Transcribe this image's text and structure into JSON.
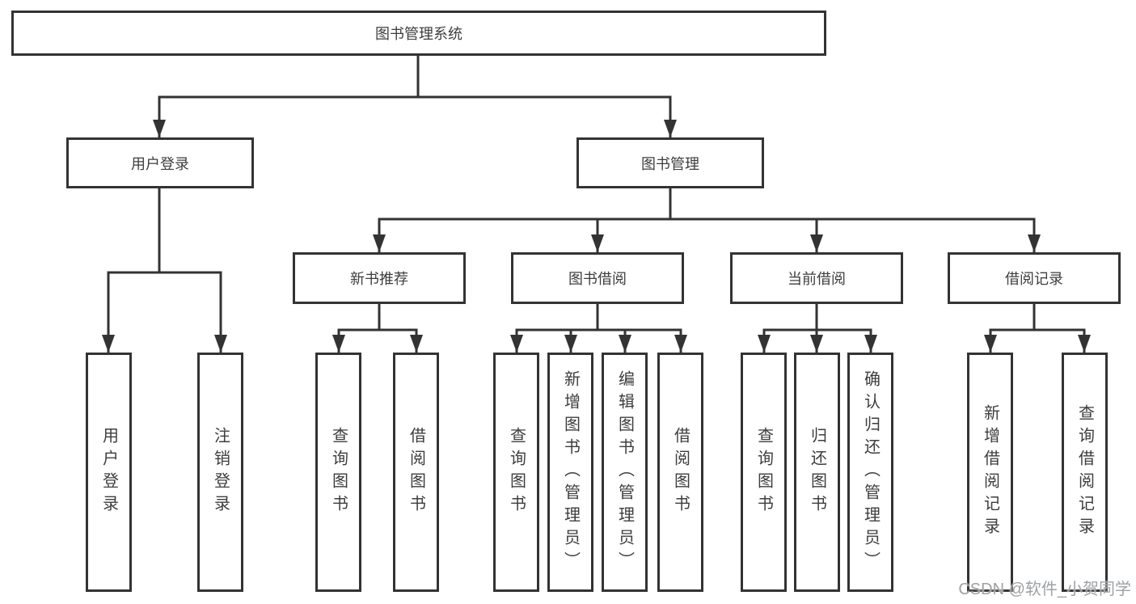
{
  "diagram": {
    "root": {
      "label": "图书管理系统",
      "children": [
        {
          "label": "用户登录",
          "children": [
            {
              "label": "用户登录"
            },
            {
              "label": "注销登录"
            }
          ]
        },
        {
          "label": "图书管理",
          "children": [
            {
              "label": "新书推荐",
              "children": [
                {
                  "label": "查询图书"
                },
                {
                  "label": "借阅图书"
                }
              ]
            },
            {
              "label": "图书借阅",
              "children": [
                {
                  "label": "查询图书"
                },
                {
                  "label": "新增图书（管理员）"
                },
                {
                  "label": "编辑图书（管理员）"
                },
                {
                  "label": "借阅图书"
                }
              ]
            },
            {
              "label": "当前借阅",
              "children": [
                {
                  "label": "查询图书"
                },
                {
                  "label": "归还图书"
                },
                {
                  "label": "确认归还（管理员）"
                }
              ]
            },
            {
              "label": "借阅记录",
              "children": [
                {
                  "label": "新增借阅记录"
                },
                {
                  "label": "查询借阅记录"
                }
              ]
            }
          ]
        }
      ]
    }
  },
  "watermark": {
    "text": "CSDN @软件_小贺同学"
  },
  "colors": {
    "line": "#333333",
    "box_border": "#333333",
    "text": "#3d3d3d",
    "watermark": "#9ea1a4",
    "background": "#ffffff"
  }
}
